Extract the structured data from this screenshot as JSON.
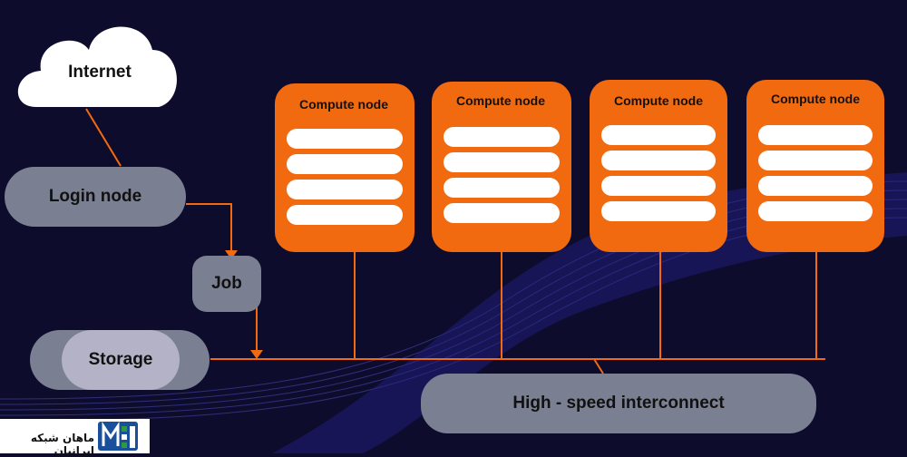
{
  "diagram": {
    "internet": "Internet",
    "login_node": "Login node",
    "job": "Job",
    "storage": "Storage",
    "interconnect": "High - speed interconnect",
    "compute_nodes": [
      "Compute node",
      "Compute node",
      "Compute node",
      "Compute node"
    ]
  },
  "branding": {
    "text": "ماهان شبکه ایرانیان"
  },
  "colors": {
    "background": "#0e0c2c",
    "accent": "#f26a0f",
    "gray_box": "#7b7f92",
    "storage_inner": "#b3b2c7",
    "slot": "#ffffff",
    "logo_blue": "#1a4f9c",
    "logo_green": "#2f9a3d"
  }
}
